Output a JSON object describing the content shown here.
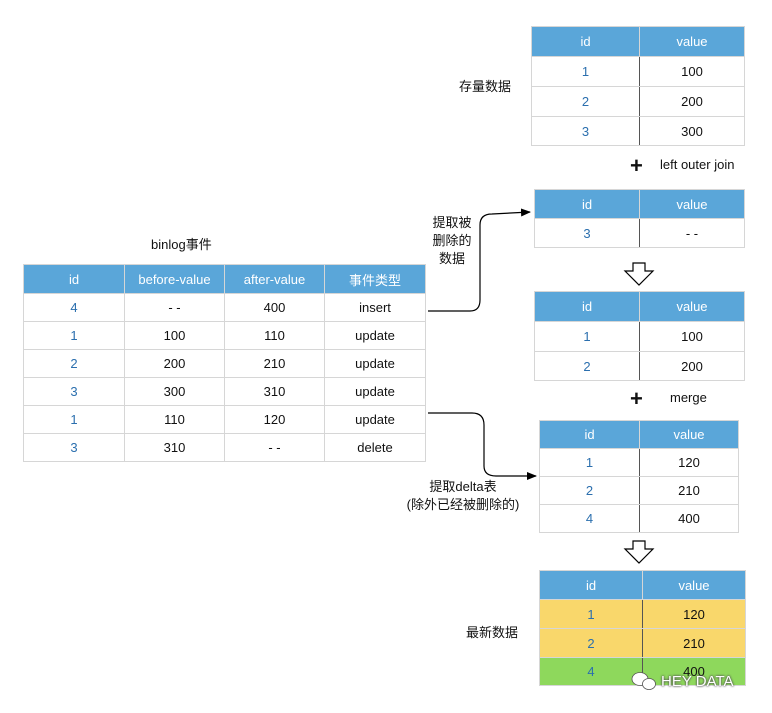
{
  "labels": {
    "stock": "存量数据",
    "binlog": "binlog事件",
    "extract_deleted": [
      "提取被",
      "删除的",
      "数据"
    ],
    "left_join": "left outer join",
    "merge": "merge",
    "extract_delta": [
      "提取delta表",
      "(除外已经被删除的)"
    ],
    "latest": "最新数据",
    "plus": "+",
    "watermark": "HEY DATA"
  },
  "headers": {
    "id": "id",
    "value": "value"
  },
  "binlog_table": {
    "headers": [
      "id",
      "before-value",
      "after-value",
      "事件类型"
    ],
    "rows": [
      [
        "4",
        "- -",
        "400",
        "insert"
      ],
      [
        "1",
        "100",
        "110",
        "update"
      ],
      [
        "2",
        "200",
        "210",
        "update"
      ],
      [
        "3",
        "300",
        "310",
        "update"
      ],
      [
        "1",
        "110",
        "120",
        "update"
      ],
      [
        "3",
        "310",
        "- -",
        "delete"
      ]
    ]
  },
  "stock_table": {
    "rows": [
      [
        "1",
        "100"
      ],
      [
        "2",
        "200"
      ],
      [
        "3",
        "300"
      ]
    ]
  },
  "deleted_table": {
    "rows": [
      [
        "3",
        "- -"
      ]
    ]
  },
  "remaining_table": {
    "rows": [
      [
        "1",
        "100"
      ],
      [
        "2",
        "200"
      ]
    ]
  },
  "delta_table": {
    "rows": [
      [
        "1",
        "120"
      ],
      [
        "2",
        "210"
      ],
      [
        "4",
        "400"
      ]
    ]
  },
  "latest_table": {
    "rows": [
      [
        "1",
        "120"
      ],
      [
        "2",
        "210"
      ],
      [
        "4",
        "400"
      ]
    ]
  },
  "colors": {
    "header": "#5aa6d9",
    "id_text": "#2b6fae",
    "highlight_yellow": "#f9d76b",
    "highlight_green": "#8ed85c"
  }
}
